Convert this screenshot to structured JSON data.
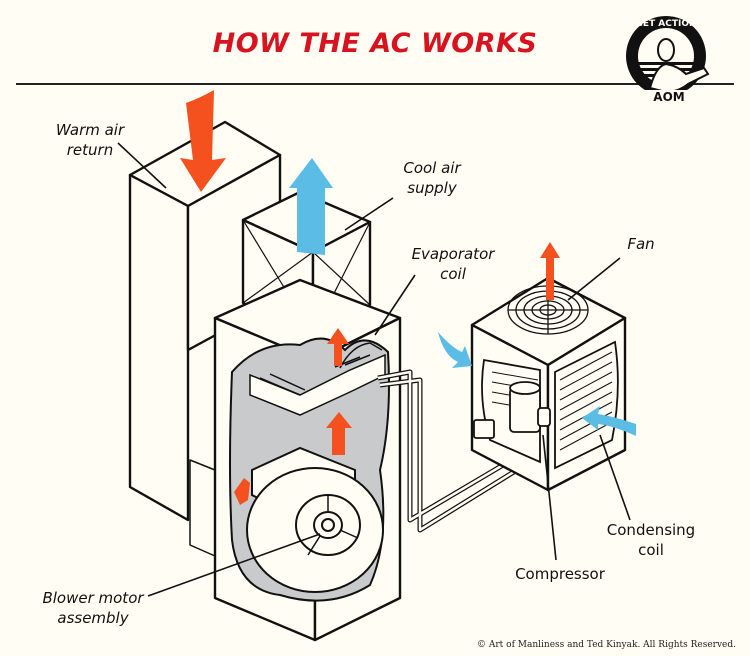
{
  "title": "HOW THE AC WORKS",
  "logo": {
    "arc_text": "GET ACTION",
    "brand": "AOM"
  },
  "labels": {
    "warm_air_return": [
      "Warm air",
      "return"
    ],
    "cool_air_supply": [
      "Cool air",
      "supply"
    ],
    "evaporator_coil": [
      "Evaporator",
      "coil"
    ],
    "fan": [
      "Fan"
    ],
    "condensing_coil": [
      "Condensing",
      "coil"
    ],
    "compressor": [
      "Compressor"
    ],
    "blower_motor_assembly": [
      "Blower motor",
      "assembly"
    ]
  },
  "copyright": "© Art of Manliness and Ted Kinyak. All Rights Reserved.",
  "colors": {
    "title": "#d8121f",
    "warm_arrow": "#f4511e",
    "cool_arrow": "#5bbde6",
    "cutaway_gray": "#c9cacb",
    "background": "#fffdf4"
  }
}
